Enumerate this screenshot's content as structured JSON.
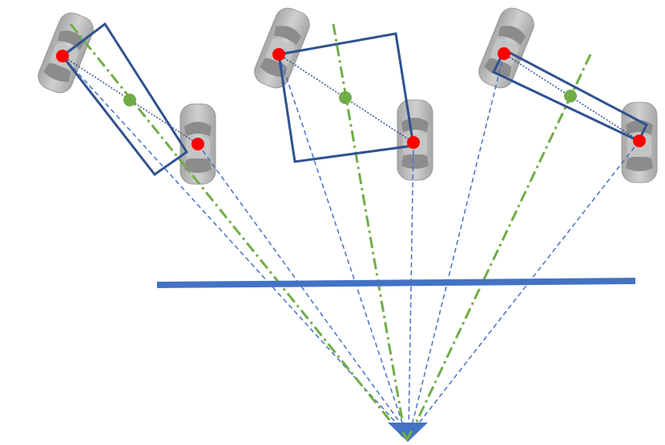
{
  "colors": {
    "background": "#ffffff",
    "box_outline": "#2f528f",
    "ray_blue": "#4472c4",
    "center_green": "#70ad47",
    "endpoint_red": "#ff0000",
    "image_plane": "#4472c4",
    "camera": "#4472c4",
    "car_body": "#b8b8b8",
    "car_glass": "#8c8c8c"
  },
  "icons": {
    "car": "car-top-view-icon",
    "camera": "camera-triangle-icon",
    "endpoint": "red-dot",
    "center": "green-dot"
  },
  "groups": [
    {
      "id": "left",
      "car_count": 2,
      "has_bounding_box": true,
      "has_center_ray": true
    },
    {
      "id": "middle",
      "car_count": 2,
      "has_bounding_box": true,
      "has_center_ray": true
    },
    {
      "id": "right",
      "car_count": 2,
      "has_bounding_box": true,
      "has_center_ray": true
    }
  ]
}
